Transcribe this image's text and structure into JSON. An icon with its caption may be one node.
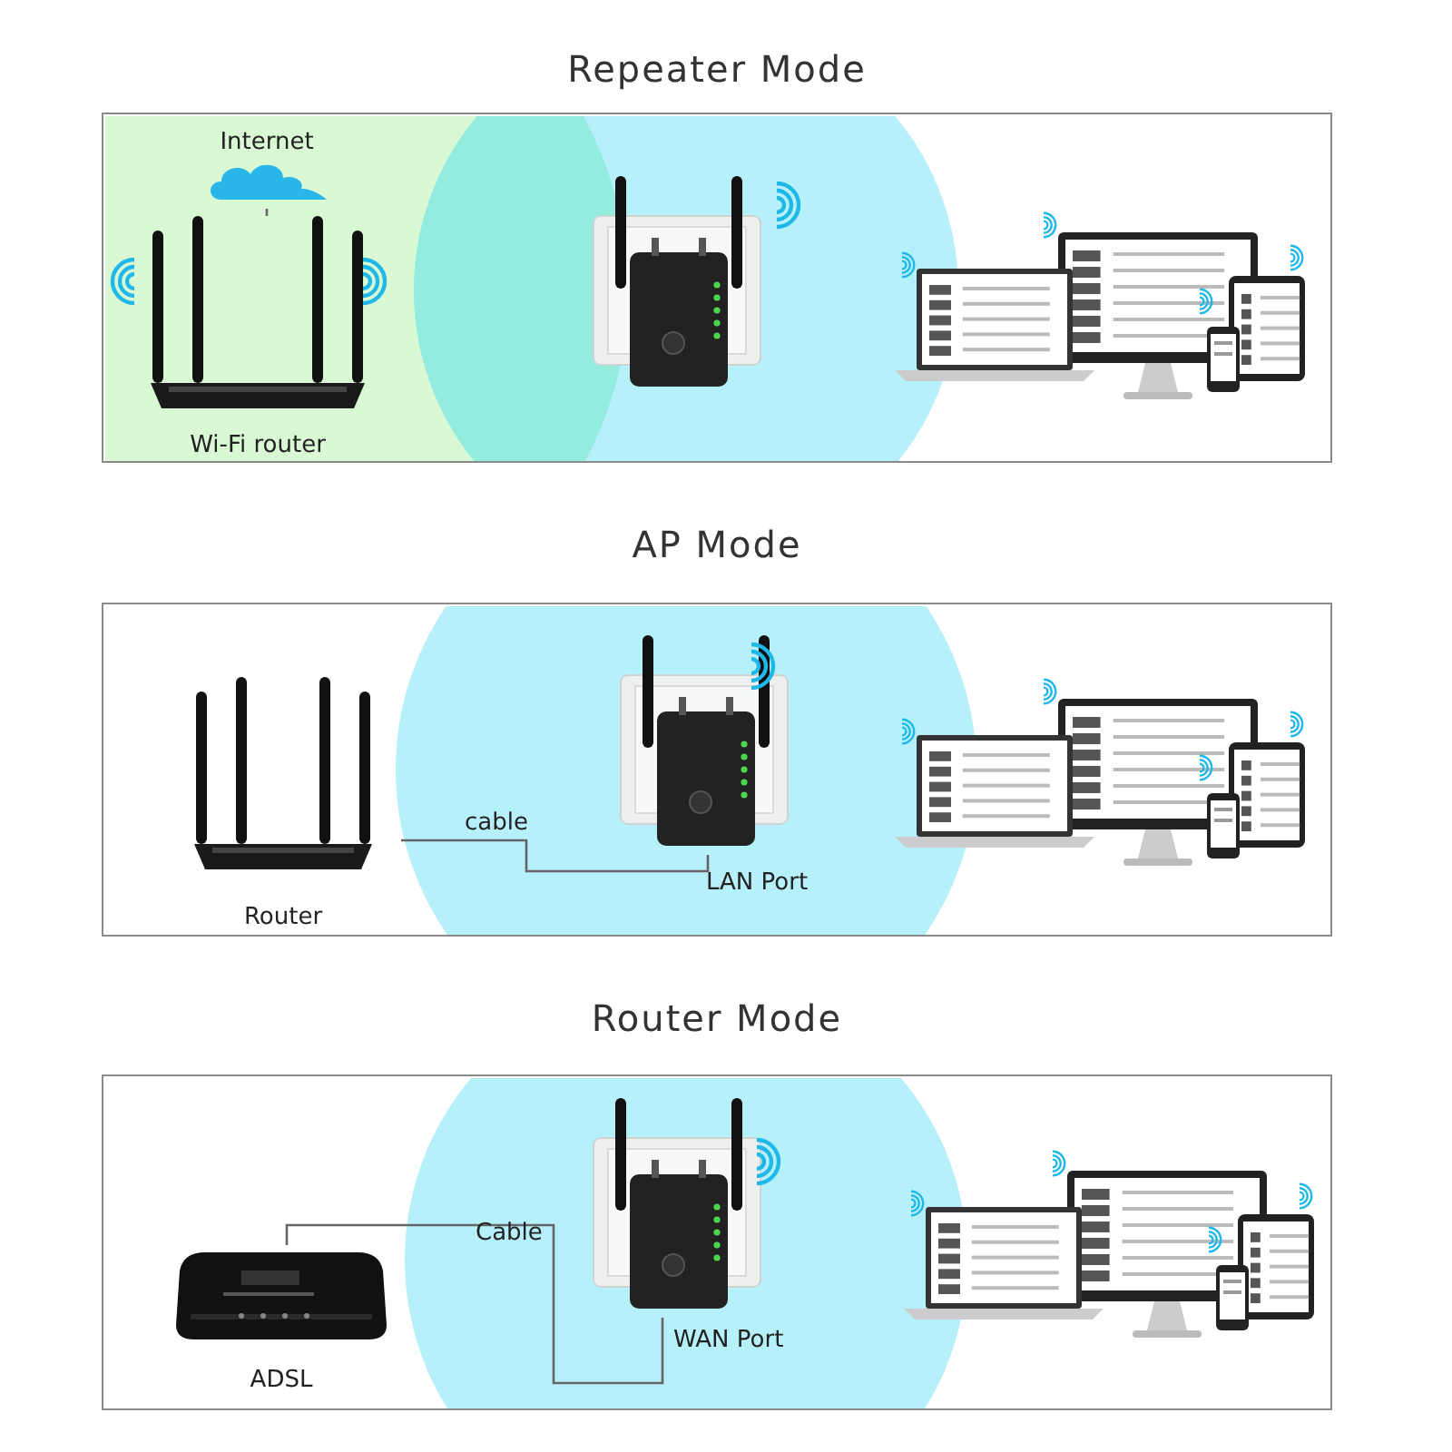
{
  "diagram": {
    "nodes": [
      {
        "text": [
          "Repeater Mode"
        ]
      },
      {
        "text": [
          "Wi-Fi router"
        ],
        "in": 0
      },
      {
        "text": [
          "Internet"
        ],
        "in": 0
      },
      {
        "text": [],
        "shape": "picture",
        "in": 0
      },
      {
        "text": [],
        "shape": "picture",
        "in": 0
      },
      {
        "text": [
          "AP Mode"
        ]
      },
      {
        "text": [
          "Router"
        ],
        "in": 5
      },
      {
        "text": [],
        "shape": "picture",
        "in": 5,
        "beside": [
          "LAN Port"
        ]
      },
      {
        "text": [],
        "shape": "picture",
        "in": 5
      },
      {
        "text": [
          "Router Mode"
        ]
      },
      {
        "text": [
          "ADSL"
        ],
        "in": 9
      },
      {
        "text": [],
        "shape": "picture",
        "in": 9,
        "beside": [
          "WAN Port"
        ]
      },
      {
        "text": [],
        "shape": "picture",
        "in": 9
      }
    ],
    "edges": [
      {
        "from": 2,
        "to": 1,
        "arrow": "none"
      },
      {
        "from": 6,
        "to": 7,
        "arrow": "none",
        "label": "cable"
      },
      {
        "from": 10,
        "to": 11,
        "arrow": "none",
        "label": "Cable"
      }
    ]
  }
}
